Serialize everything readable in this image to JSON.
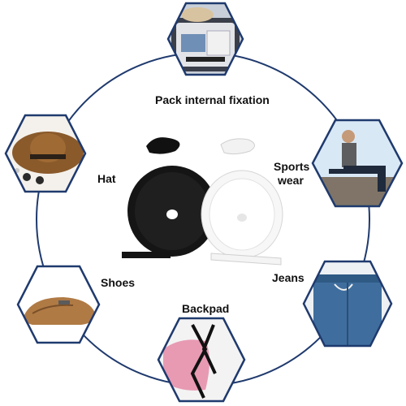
{
  "colors": {
    "ring": "#1f3a6e",
    "hex_border": "#1f3a6e",
    "text": "#111111"
  },
  "labels": {
    "pack": "Pack internal fixation",
    "hat": "Hat",
    "sports_line1": "Sports",
    "sports_line2": "wear",
    "shoes": "Shoes",
    "jeans": "Jeans",
    "backpad": "Backpad"
  },
  "images": {
    "top": "suitcase-photo",
    "hat": "hat-photo",
    "sports": "sportswear-photo",
    "shoes": "shoes-photo",
    "jeans": "jeans-photo",
    "backpad": "backpad-photo",
    "center": "elastic-band-rolls"
  }
}
